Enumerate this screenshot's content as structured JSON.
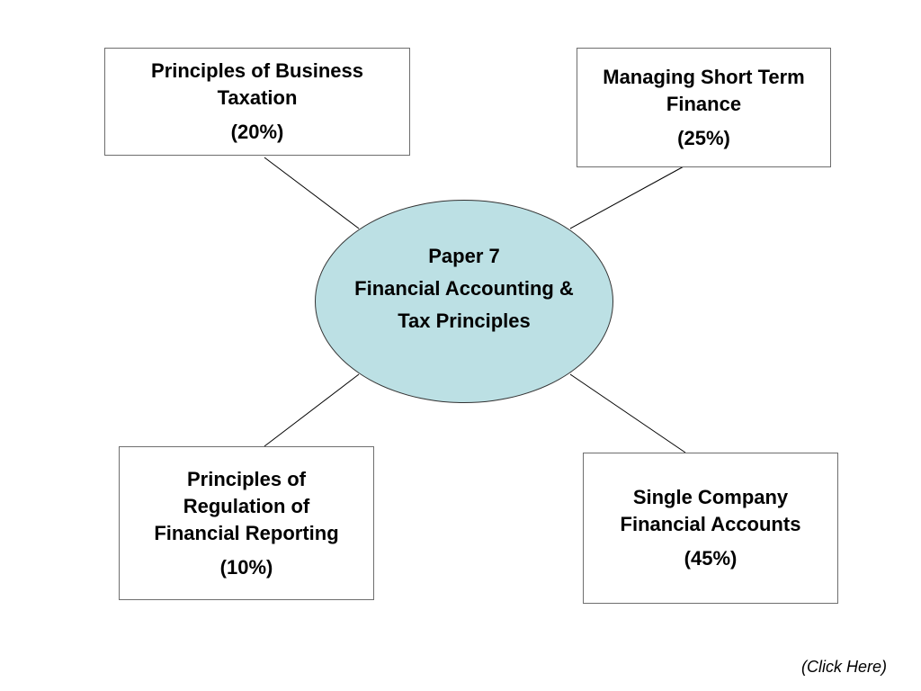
{
  "center": {
    "line1": "Paper 7",
    "line2": "Financial Accounting &",
    "line3": "Tax Principles",
    "fill_color": "#bce0e4"
  },
  "boxes": {
    "top_left": {
      "title_line1": "Principles of Business",
      "title_line2": "Taxation",
      "percent": "(20%)"
    },
    "top_right": {
      "title_line1": "Managing Short Term",
      "title_line2": "Finance",
      "percent": "(25%)"
    },
    "bottom_left": {
      "title_line1": "Principles of",
      "title_line2": "Regulation of",
      "title_line3": "Financial Reporting",
      "percent": "(10%)"
    },
    "bottom_right": {
      "title_line1": "Single Company",
      "title_line2": "Financial Accounts",
      "percent": "(45%)"
    }
  },
  "footer": {
    "link_label": "(Click Here)"
  }
}
